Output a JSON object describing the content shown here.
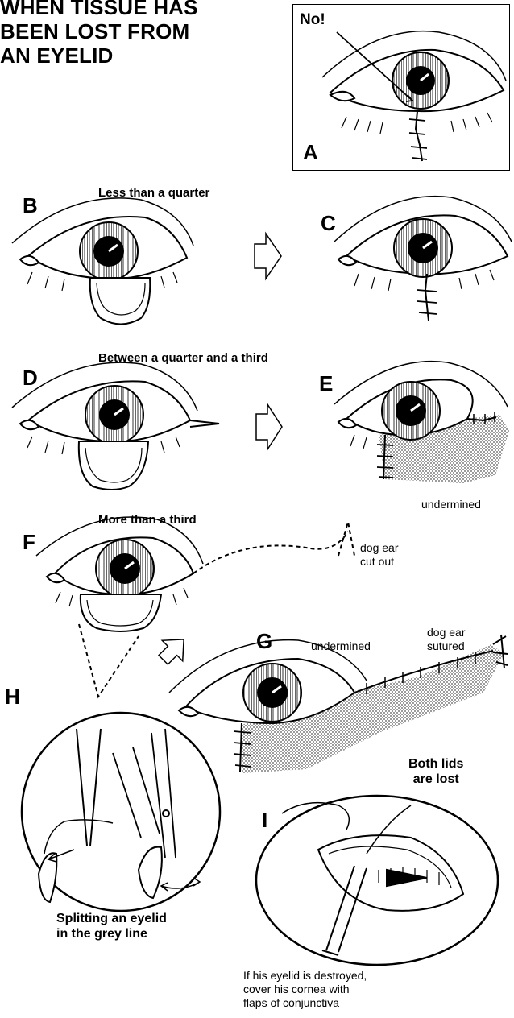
{
  "title": "WHEN TISSUE HAS\nBEEN LOST FROM\nAN EYELID",
  "panels": {
    "A": {
      "letter": "A",
      "callout": "No!"
    },
    "B": {
      "letter": "B",
      "heading": "Less than a quarter"
    },
    "C": {
      "letter": "C"
    },
    "D": {
      "letter": "D",
      "heading": "Between a quarter and a third"
    },
    "E": {
      "letter": "E",
      "label": "undermined"
    },
    "F": {
      "letter": "F",
      "heading": "More than a third",
      "label": "dog ear\ncut out"
    },
    "G": {
      "letter": "G",
      "label_undermined": "undermined",
      "label_dog_ear": "dog ear\nsutured"
    },
    "H": {
      "letter": "H",
      "caption": "Splitting an eyelid\nin the grey line"
    },
    "I": {
      "letter": "I",
      "heading": "Both lids\nare lost",
      "caption": "If his eyelid is destroyed,\ncover his cornea with\nflaps of conjunctiva"
    }
  },
  "colors": {
    "ink": "#000000",
    "shade": "#bdbdbd",
    "paper": "#ffffff"
  }
}
